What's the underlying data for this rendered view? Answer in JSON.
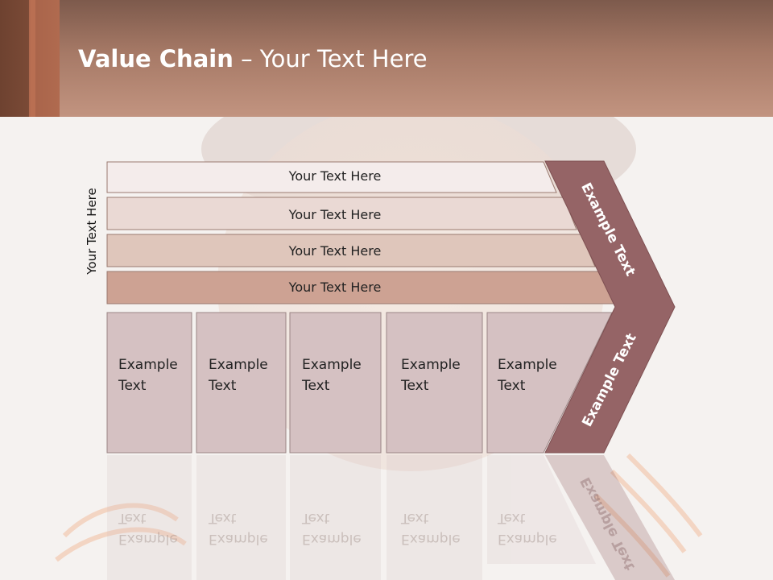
{
  "title": {
    "bold": "Value Chain",
    "rest": " – Your Text Here"
  },
  "side_label": "Your Text Here",
  "rows": [
    {
      "label": "Your Text Here"
    },
    {
      "label": "Your Text Here"
    },
    {
      "label": "Your Text Here"
    },
    {
      "label": "Your Text Here"
    }
  ],
  "columns": [
    {
      "line1": "Example",
      "line2": "Text"
    },
    {
      "line1": "Example",
      "line2": "Text"
    },
    {
      "line1": "Example",
      "line2": "Text"
    },
    {
      "line1": "Example",
      "line2": "Text"
    },
    {
      "line1": "Example",
      "line2": "Text"
    }
  ],
  "chevron": {
    "upper": "Example Text",
    "lower": "Example Text"
  },
  "colors": {
    "header": "#b08572",
    "row1": "#f4eceb",
    "row2": "#ead9d4",
    "row3": "#dfc6bb",
    "row4": "#cda293",
    "column": "#d5c1c2",
    "chevron": "#956466"
  }
}
